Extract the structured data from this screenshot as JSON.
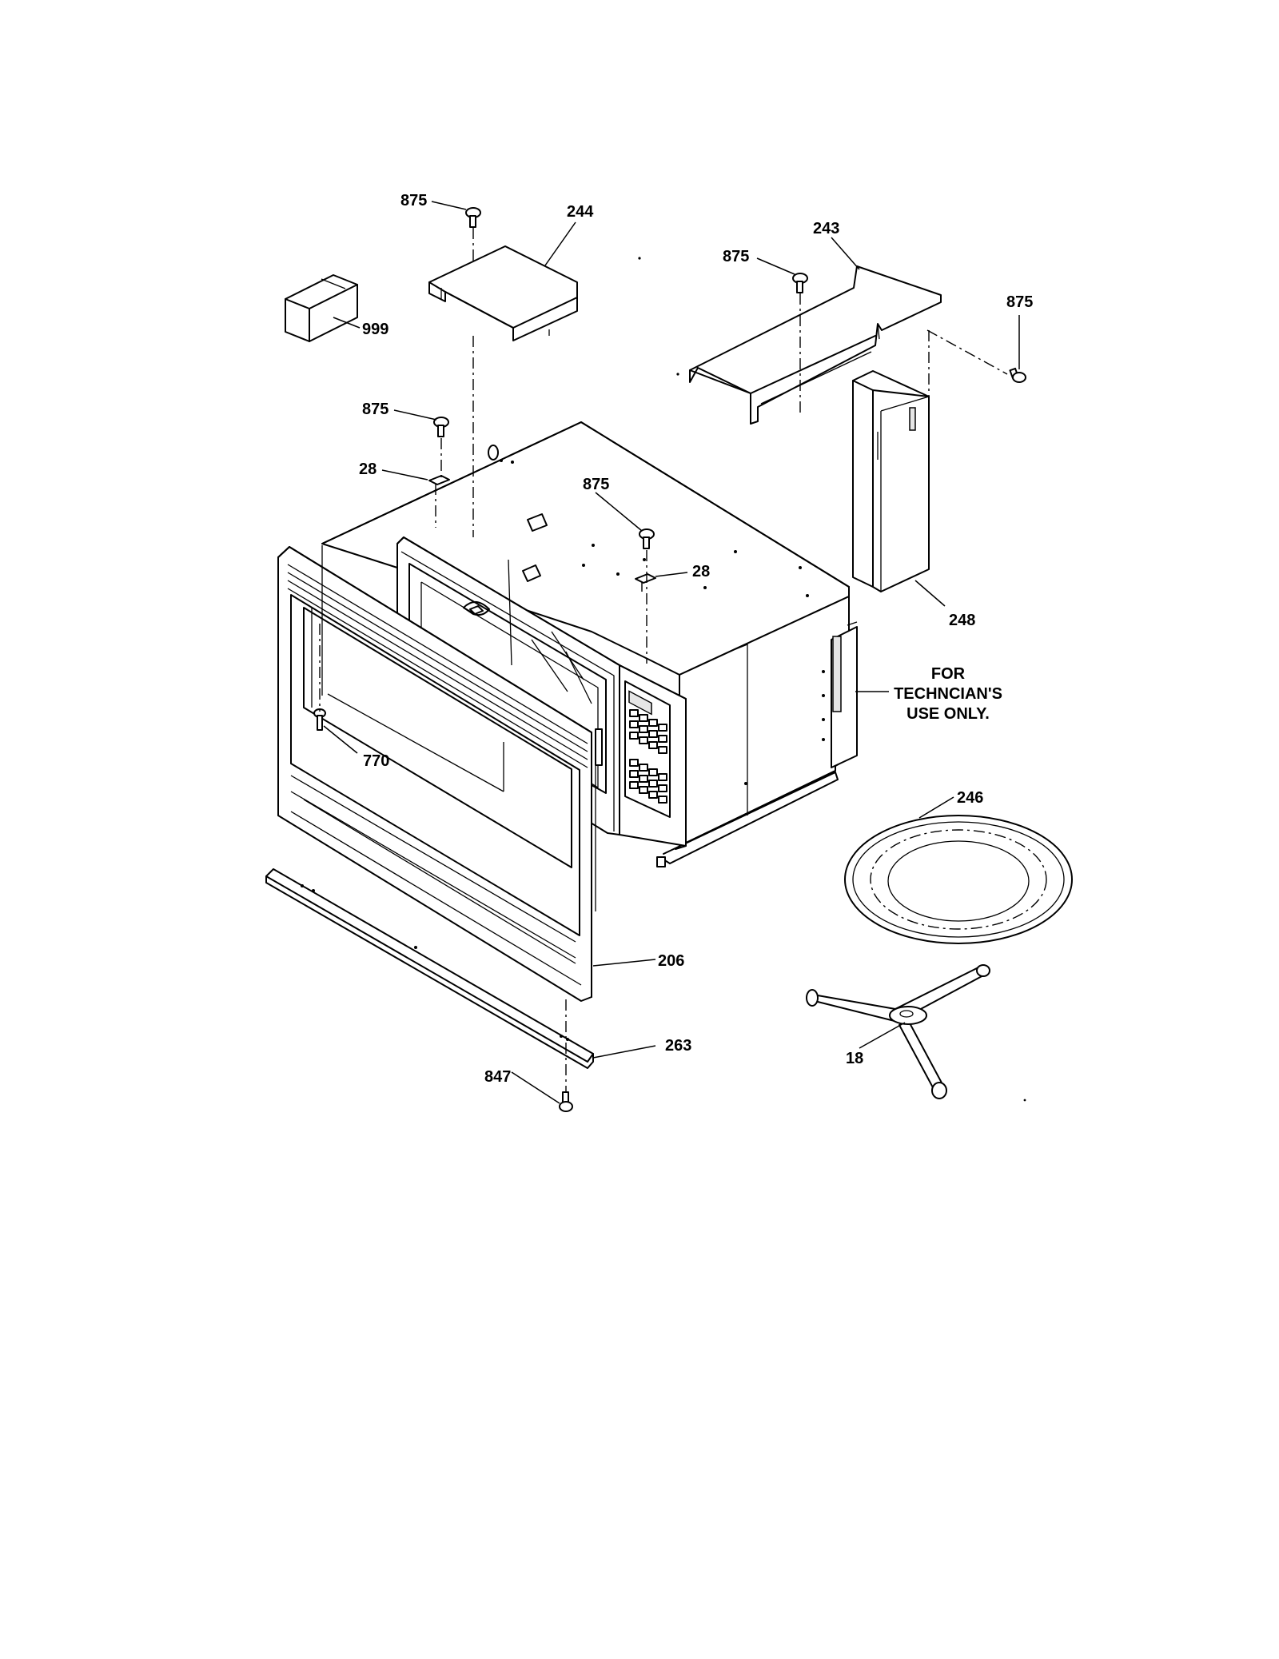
{
  "diagram": {
    "part_labels": {
      "p875_top": "875",
      "p244": "244",
      "p243": "243",
      "p875_mid_top": "875",
      "p875_right": "875",
      "p999": "999",
      "p875_left": "875",
      "p28_left": "28",
      "p875_center": "875",
      "p28_center": "28",
      "p248": "248",
      "p770": "770",
      "p246": "246",
      "p206": "206",
      "p263": "263",
      "p847": "847",
      "p18": "18"
    },
    "note": {
      "line1": "FOR",
      "line2": "TECHNCIAN'S",
      "line3": "USE ONLY."
    }
  }
}
